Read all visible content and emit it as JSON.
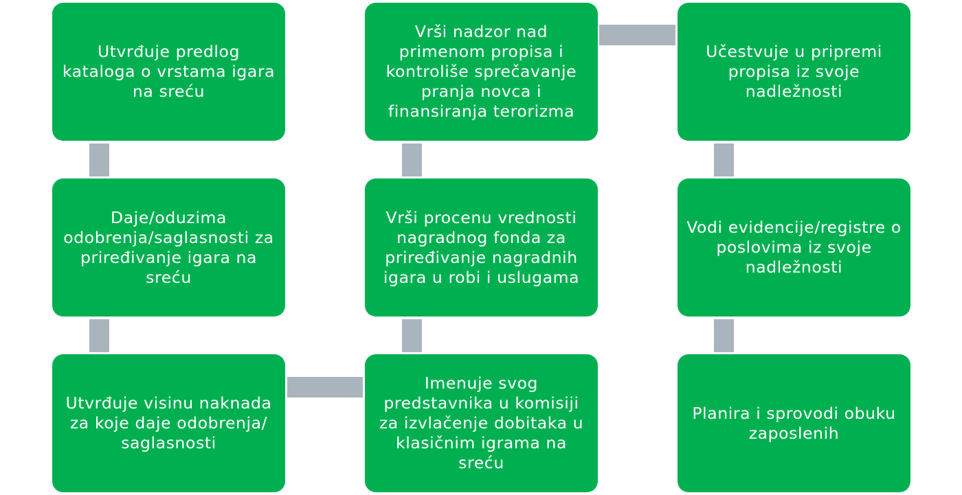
{
  "colors": {
    "box_fill": "#00b050",
    "box_text": "#ffffff",
    "connector": "#aab4bd"
  },
  "boxes": [
    {
      "id": "box-1",
      "text": "Utvrđuje predlog kataloga o vrstama igara na sreću"
    },
    {
      "id": "box-2",
      "text": "Daje/oduzima odobrenja/saglasnosti za priređivanje igara na sreću"
    },
    {
      "id": "box-3",
      "text": "Utvrđuje visinu naknada za koje daje odobrenja/ saglasnosti"
    },
    {
      "id": "box-4",
      "text": "Imenuje svog predstavnika u komisiji za izvlačenje dobitaka u klasičnim igrama na sreću"
    },
    {
      "id": "box-5",
      "text": "Vrši procenu vrednosti nagradnog fonda za priređivanje nagradnih igara u robi i uslugama"
    },
    {
      "id": "box-6",
      "text": "Vrši nadzor nad primenom propisa i kontroliše sprečavanje pranja novca i finansiranja terorizma"
    },
    {
      "id": "box-7",
      "text": "Učestvuje u pripremi propisa iz svoje nadležnosti"
    },
    {
      "id": "box-8",
      "text": "Vodi evidencije/registre o poslovima iz svoje nadležnosti"
    },
    {
      "id": "box-9",
      "text": "Planira i sprovodi obuku zaposlenih"
    }
  ]
}
